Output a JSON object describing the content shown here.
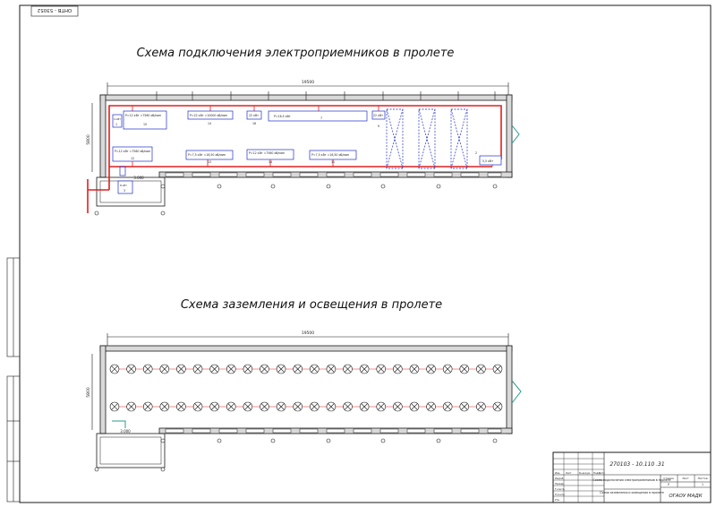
{
  "stamp": "ОНТВ - 53052",
  "diagram1": {
    "title": "Схема подключения электроприемников в пролете",
    "dim_width": "19500",
    "dim_height": "5800",
    "dim_room": "3.000",
    "equip": [
      {
        "label": "Р=12 кВт =7560 об/мин",
        "num": "15"
      },
      {
        "label": "Р=22 кВт =10000 об/мин",
        "num": "14"
      },
      {
        "label": "22 кВт",
        "num": "16"
      },
      {
        "label": "Р=16,5 кВт",
        "num": "7"
      },
      {
        "label": "22 кВт",
        "num": "9"
      },
      {
        "label": "Р=12 кВт =7560 об/мин",
        "num": "12"
      },
      {
        "label": "Р=7,5 кВт =16,50 об/мин",
        "num": "13"
      },
      {
        "label": "Р=12 кВт =7560 об/мин",
        "num": "14"
      },
      {
        "label": "Р=7,5 кВт =16,50 об/мин",
        "num": "11"
      },
      {
        "label": "5,5 кВт",
        "num": "2"
      },
      {
        "label": "4 кВт",
        "num": "1"
      },
      {
        "label": "8 кВт",
        "num": "3"
      }
    ]
  },
  "diagram2": {
    "title": "Схема заземления и освещения в пролете",
    "dim_width": "19500",
    "dim_height": "5800",
    "dim_room": "3.000",
    "lamp_cols": 24
  },
  "titleblock": {
    "code": "270103 - 10.110 .31",
    "desc1": "Схема подключения электроприемников в пролете",
    "desc2": "Схема заземления и освещения в пролете",
    "org": "ОГАОУ МАДК",
    "roles": [
      "Разраб.",
      "Провер.",
      "Т.контр.",
      "Н.контр.",
      "Утв."
    ],
    "header": [
      "Изм.",
      "Лист",
      "№ докум.",
      "Подп.",
      "Дата"
    ],
    "stage_headers": [
      "Стадия",
      "Лист",
      "Листов"
    ],
    "stage_values": [
      "У",
      "",
      "1"
    ]
  },
  "colors": {
    "line": "#1a1a1a",
    "wall_fill": "#d9d9d9",
    "power": "#e02020",
    "accent": "#1f2fc8",
    "ground": "#2a9a8a"
  }
}
